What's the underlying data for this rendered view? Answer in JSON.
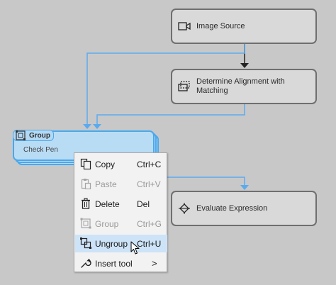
{
  "nodes": {
    "image_source": "Image Source",
    "determine_alignment": "Determine Alignment with Matching",
    "evaluate_expression": "Evaluate Expression"
  },
  "group": {
    "title": "Group",
    "subtitle": "Check Pen"
  },
  "context_menu": {
    "items": [
      {
        "label": "Copy",
        "shortcut": "Ctrl+C",
        "icon": "copy-icon",
        "enabled": true
      },
      {
        "label": "Paste",
        "shortcut": "Ctrl+V",
        "icon": "paste-icon",
        "enabled": false
      },
      {
        "label": "Delete",
        "shortcut": "Del",
        "icon": "trash-icon",
        "enabled": true
      },
      {
        "label": "Group",
        "shortcut": "Ctrl+G",
        "icon": "group-icon",
        "enabled": false
      },
      {
        "label": "Ungroup",
        "shortcut": "Ctrl+U",
        "icon": "ungroup-icon",
        "enabled": true,
        "highlighted": true
      },
      {
        "label": "Insert tool",
        "shortcut": "",
        "icon": "wrench-icon",
        "enabled": true,
        "submenu_arrow": ">"
      }
    ]
  },
  "colors": {
    "canvas": "#c8c8c8",
    "node_bg": "#d9d9d9",
    "node_border": "#6f6f6f",
    "wire_blue": "#5aaaf0",
    "group_fill": "#b9dcf5",
    "menu_highlight": "#cde3f7"
  }
}
